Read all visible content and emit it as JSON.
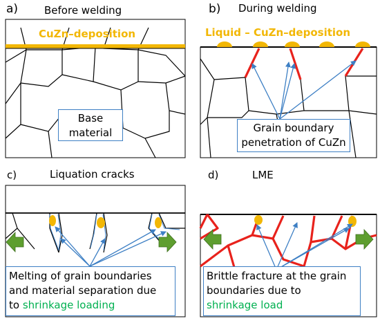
{
  "panels": {
    "a": {
      "letter": "a)",
      "title": "Before welding",
      "deposition_label": "CuZn–deposition",
      "callout": [
        "Base",
        "material"
      ]
    },
    "b": {
      "letter": "b)",
      "title": "During welding",
      "deposition_label": "Liquid – CuZn–deposition",
      "callout": [
        "Grain boundary",
        "penetration of CuZn"
      ]
    },
    "c": {
      "letter": "c)",
      "title": "Liquation cracks",
      "callout_line1": "Melting of grain boundaries",
      "callout_line2": "and material separation due",
      "callout_line3_prefix": "to ",
      "callout_line3_highlight": "shrinkage loading"
    },
    "d": {
      "letter": "d)",
      "title": "LME",
      "callout_line1": "Brittle fracture at the grain",
      "callout_line2": "boundaries due to",
      "callout_line3_highlight": "shrinkage load"
    }
  },
  "colors": {
    "gold": "#f2b705",
    "red": "#e8221c",
    "blue": "#3d7fc4",
    "green_arrow": "#5e9e2f",
    "green_text": "#00b050"
  }
}
